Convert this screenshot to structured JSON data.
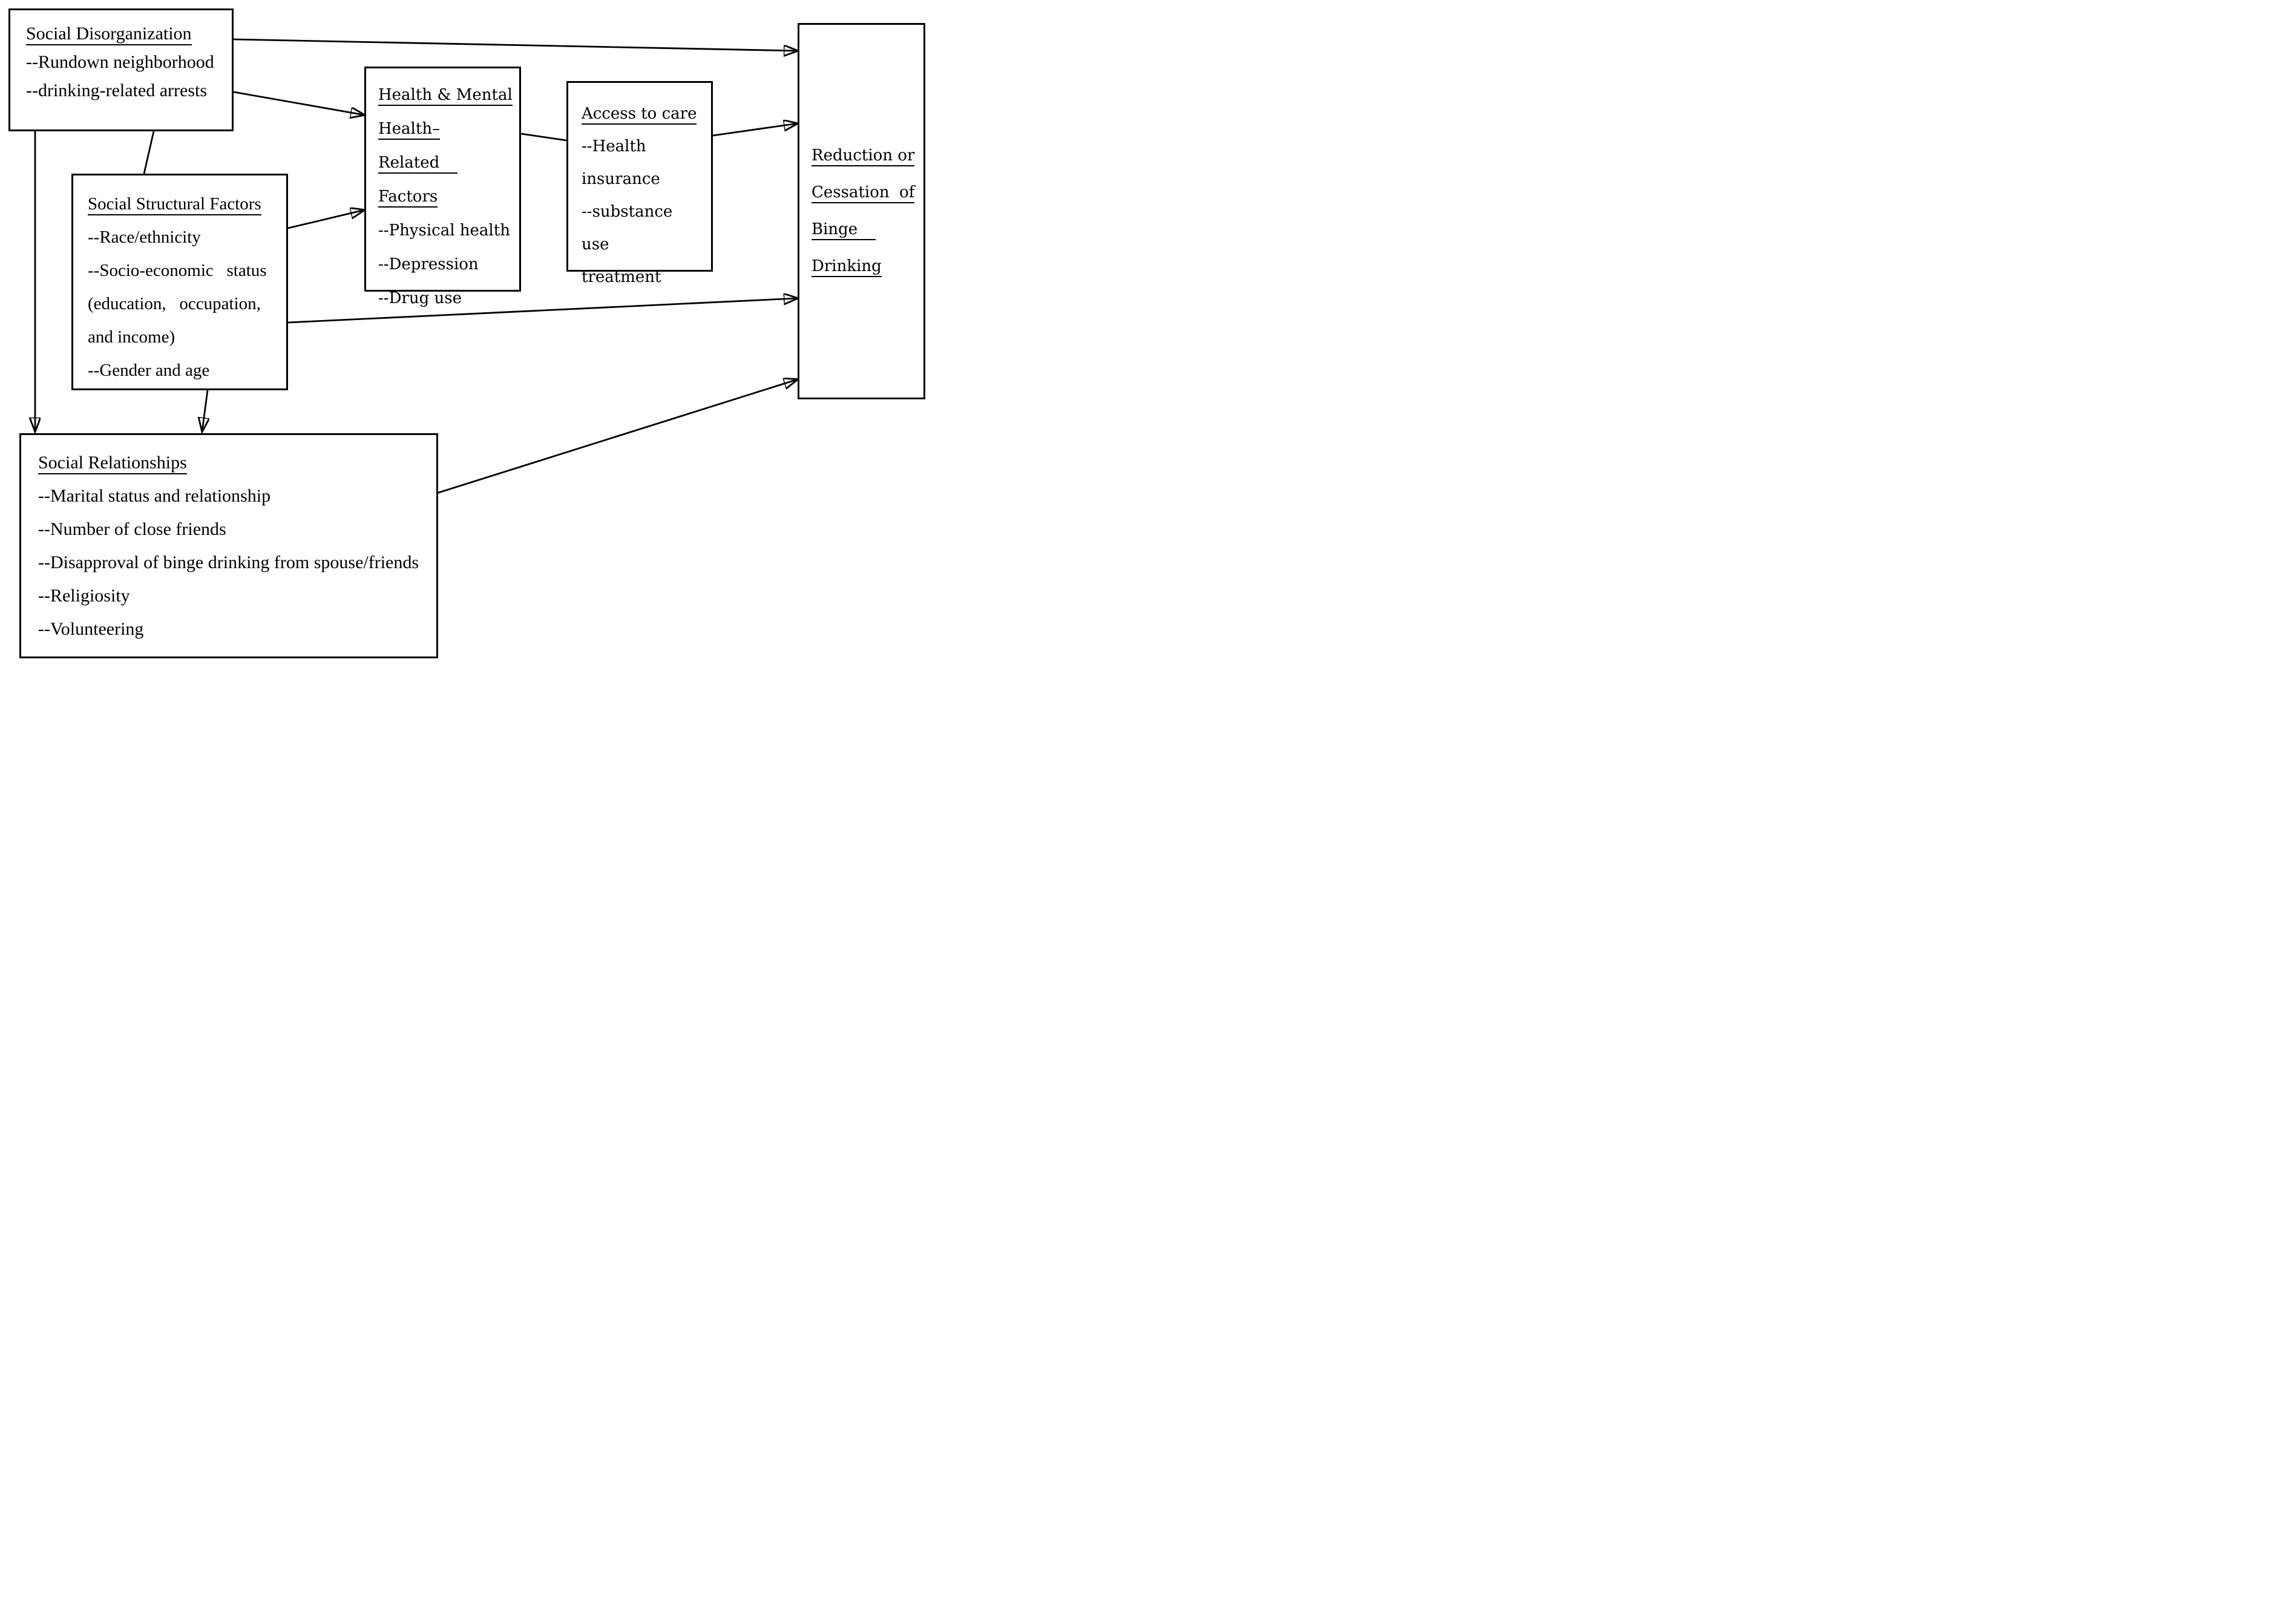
{
  "diagram": {
    "boxes": {
      "social_disorganization": {
        "title": "Social Disorganization",
        "items": [
          "--Rundown neighborhood",
          "--drinking-related arrests"
        ]
      },
      "social_structural_factors": {
        "title": "Social Structural Factors",
        "items": [
          "--Race/ethnicity",
          "--Socio-economic   status",
          "(education,   occupation,",
          "and income)",
          "--Gender and age"
        ]
      },
      "health_mental_factors": {
        "title_lines": [
          "Health & Mental",
          "Health–Related",
          "Factors"
        ],
        "items": [
          "--Physical health",
          "--Depression",
          "--Drug use"
        ]
      },
      "access_to_care": {
        "title": "Access to care",
        "items": [
          "--Health",
          "insurance",
          "--substance  use",
          "treatment"
        ]
      },
      "reduction_cessation": {
        "title_lines": [
          "Reduction or",
          "Cessation  of",
          "Binge",
          "Drinking"
        ]
      },
      "social_relationships": {
        "title": "Social Relationships",
        "items": [
          "--Marital status and relationship",
          "--Number of close friends",
          "--Disapproval of binge drinking from spouse/friends",
          "--Religiosity",
          "--Volunteering"
        ]
      }
    },
    "colors": {
      "line": "#000000",
      "background": "#ffffff"
    }
  }
}
